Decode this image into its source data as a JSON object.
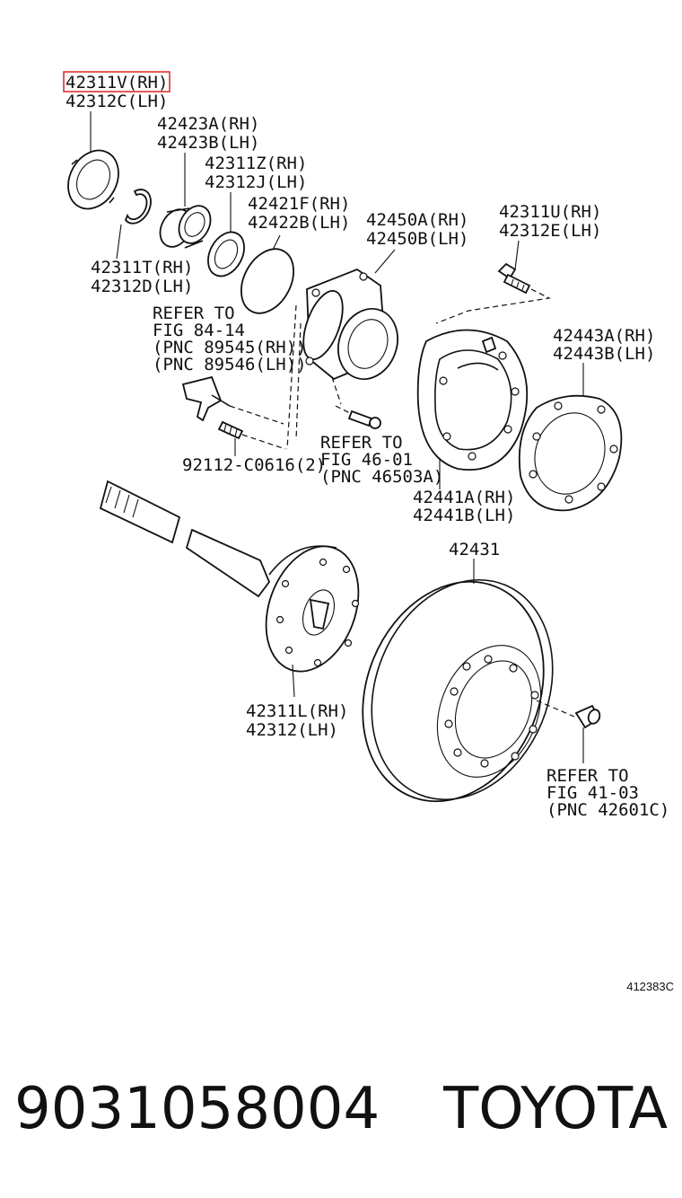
{
  "labels": {
    "oil_seal": [
      "42311V(RH)",
      "42312C(LH)"
    ],
    "bearing": [
      "42423A(RH)",
      "42423B(LH)"
    ],
    "inner_seal": [
      "42311Z(RH)",
      "42312J(LH)"
    ],
    "o_ring": [
      "42421F(RH)",
      "42422B(LH)"
    ],
    "hub_bearing": [
      "42450A(RH)",
      "42450B(LH)"
    ],
    "bolt": [
      "42311U(RH)",
      "42312E(LH)"
    ],
    "snap_ring": [
      "42311T(RH)",
      "42312D(LH)"
    ],
    "refer_sensor": [
      "REFER TO",
      "FIG 84-14",
      "(PNC 89545(RH))",
      "(PNC 89546(LH))"
    ],
    "gasket": [
      "42443A(RH)",
      "42443B(LH)"
    ],
    "refer_brake": [
      "REFER TO",
      "FIG 46-01",
      "(PNC 46503A)"
    ],
    "stud": "92112-C0616(2)",
    "backing_plate": [
      "42441A(RH)",
      "42441B(LH)"
    ],
    "disc": "42431",
    "axle_shaft": [
      "42311L(RH)",
      "42312(LH)"
    ],
    "refer_nut": [
      "REFER TO",
      "FIG 41-03",
      "(PNC 42601C)"
    ]
  },
  "figure_code": "412383C",
  "part_number": "9031058004",
  "brand": "TOYOTA",
  "highlight_color": "#e03030"
}
